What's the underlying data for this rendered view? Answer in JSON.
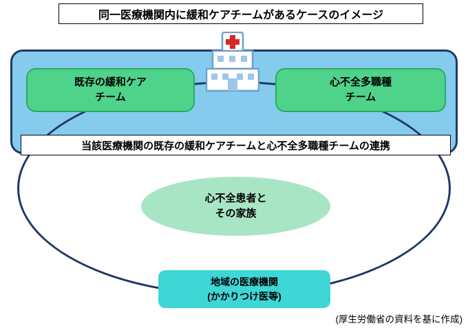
{
  "title": "同一医療機関内に緩和ケアチームがあるケースのイメージ",
  "hospital_box": {
    "left_team": {
      "line1": "既存の緩和ケア",
      "line2": "チーム"
    },
    "right_team": {
      "line1": "心不全多職種",
      "line2": "チーム"
    }
  },
  "collaboration_bar": {
    "label": "当該医療機関の既存の緩和ケアチームと心不全多職種チームの連携"
  },
  "patient_ellipse": {
    "line1": "心不全患者と",
    "line2": "その家族"
  },
  "community_box": {
    "line1": "地域の医療機関",
    "line2": "(かかりつけ医等)"
  },
  "source_note": "(厚生労働省の資料を基に作成)",
  "icons": {
    "hospital": "hospital-building-with-red-cross"
  },
  "colors": {
    "container_fill": "#85CBEE",
    "container_border": "#1F3864",
    "team_fill": "#4FD38A",
    "team_border": "#2BAA61",
    "ellipse_border": "#1F3864",
    "patient_fill": "#A8E5C5",
    "community_fill": "#3FD6D6",
    "cross_red": "#D62828",
    "icon_outline": "#6FA0C8",
    "window_blue": "#9FC6E8"
  }
}
